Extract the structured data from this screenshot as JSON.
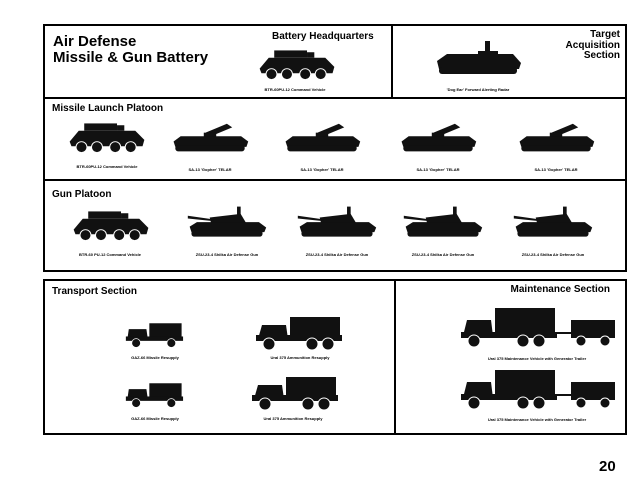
{
  "title": {
    "line1": "Air Defense",
    "line2": "Missile & Gun Battery"
  },
  "battery_hq": {
    "heading": "Battery Headquarters",
    "caption": "BTR-60PU-12 Command Vehicle"
  },
  "target_acq": {
    "heading_line1": "Target",
    "heading_line2": "Acquisition",
    "heading_line3": "Section",
    "caption": "'Dog Ear' Forward Alerting Radar"
  },
  "missile_platoon": {
    "heading": "Missile Launch Platoon",
    "captions": [
      "BTR-60PU-12 Command Vehicle",
      "SA-13 'Gopher' TELAR",
      "SA-13 'Gopher' TELAR",
      "SA-13 'Gopher' TELAR",
      "SA-13 'Gopher' TELAR"
    ]
  },
  "gun_platoon": {
    "heading": "Gun Platoon",
    "captions": [
      "BTR-60 PU-12 Command Vehicle",
      "ZSU-23-4 Shilka Air Defense Gun",
      "ZSU-23-4 Shilka Air Defense Gun",
      "ZSU-23-4 Shilka Air Defense Gun",
      "ZSU-23-4 Shilka Air Defense Gun"
    ]
  },
  "transport": {
    "heading": "Transport Section",
    "captions": [
      "GAZ-66 Missile Resupply",
      "Ural 375 Ammunition Resupply",
      "GAZ-66 Missile Resupply",
      "Ural 375 Ammunition Resupply"
    ]
  },
  "maintenance": {
    "heading": "Maintenance Section",
    "captions": [
      "Ural 375 Maintenance Vehicle with Generator Trailer",
      "Ural 375 Maintenance Vehicle with Generator Trailer"
    ]
  },
  "page_number": "20"
}
